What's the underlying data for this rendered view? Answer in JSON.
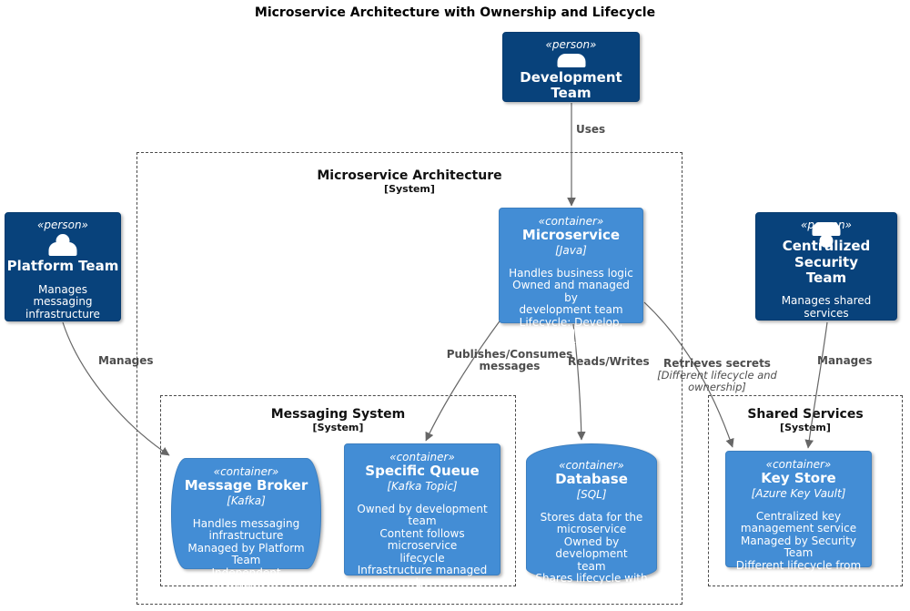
{
  "title": "Microservice Architecture with Ownership and Lifecycle",
  "colors": {
    "person_fill": "#08427B",
    "person_border": "#073B6F",
    "container_fill": "#438DD5",
    "container_border": "#3C7FC0",
    "boundary_border": "#4A4A4A",
    "arrow": "#666666",
    "relationship_label": "#4D4D4D"
  },
  "people": {
    "dev_team": {
      "stereotype": "«person»",
      "name": "Development Team"
    },
    "platform_team": {
      "stereotype": "«person»",
      "name": "Platform Team",
      "description": "Manages messaging\ninfrastructure"
    },
    "security_team": {
      "stereotype": "«person»",
      "name": "Centralized Security\nTeam",
      "description": "Manages shared services"
    }
  },
  "boundaries": {
    "microservice_architecture": {
      "name": "Microservice Architecture",
      "type": "[System]"
    },
    "messaging_system": {
      "name": "Messaging System",
      "type": "[System]"
    },
    "shared_services": {
      "name": "Shared Services",
      "type": "[System]"
    }
  },
  "containers": {
    "microservice": {
      "stereotype": "«container»",
      "name": "Microservice",
      "technology": "[Java]",
      "description": "Handles business logic\nOwned and managed by\ndevelopment team\nLifecycle: Develop, Deploy,\nMonitor"
    },
    "message_broker": {
      "stereotype": "«container»",
      "name": "Message Broker",
      "technology": "[Kafka]",
      "description": "Handles messaging\ninfrastructure\nManaged by Platform Team\nIndependent deployment"
    },
    "specific_queue": {
      "stereotype": "«container»",
      "name": "Specific Queue",
      "technology": "[Kafka Topic]",
      "description": "Owned by development\nteam\nContent follows microservice\nlifecycle\nInfrastructure managed by\nPlatform Team"
    },
    "database": {
      "stereotype": "«container»",
      "name": "Database",
      "technology": "[SQL]",
      "description": "Stores data for the\nmicroservice\nOwned by development\nteam\nShares lifecycle with\nmicroservice"
    },
    "key_store": {
      "stereotype": "«container»",
      "name": "Key Store",
      "technology": "[Azure Key Vault]",
      "description": "Centralized key\nmanagement service\nManaged by Security Team\nDifferent lifecycle from\nmicroservices"
    }
  },
  "relationships": {
    "uses": {
      "label": "Uses"
    },
    "manages_broker": {
      "label": "Manages"
    },
    "publishes_consumes": {
      "label": "Publishes/Consumes\nmessages"
    },
    "reads_writes": {
      "label": "Reads/Writes"
    },
    "retrieves_secrets": {
      "label": "Retrieves secrets",
      "note": "[Different lifecycle and\nownership]"
    },
    "manages_keystore": {
      "label": "Manages"
    }
  }
}
